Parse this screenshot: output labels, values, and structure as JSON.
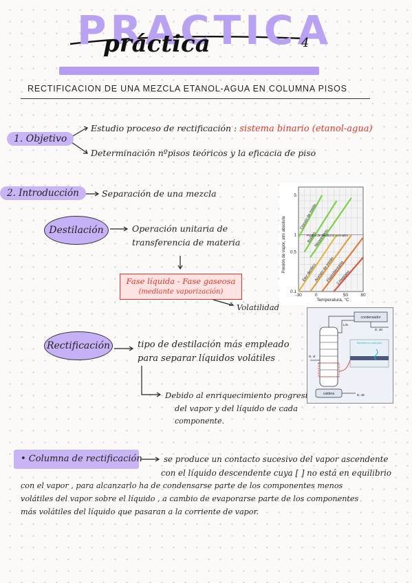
{
  "header": {
    "big_title": "PRACTICA",
    "script_title": "práctica",
    "number": "4",
    "subtitle": "RECTIFICACION DE UNA MEZCLA ETANOL-AGUA EN COLUMNA PISOS"
  },
  "objetivo": {
    "label": "1. Objetivo",
    "line1_prefix": "Estudio proceso de rectificación :",
    "line1_highlight": "sistema binario (etanol-agua)",
    "line2": "Determinación nºpisos teóricos y la eficacia de piso"
  },
  "introduccion": {
    "label": "2. Introducción",
    "line": "Separación de una mezcla"
  },
  "destilacion": {
    "label": "Destilación",
    "desc_line1": "Operación unitaria de",
    "desc_line2": "transferencia de materia",
    "box_line1": "Fase líquida - Fase gaseosa",
    "box_line2": "(mediante vaporización)",
    "volatilidad": "Volatilidad"
  },
  "rectificacion": {
    "label": "Rectificación",
    "desc_line1": "tipo de destilación más empleado",
    "desc_line2": "para separar líquidos volátiles",
    "note_line1": "Debido al enriquecimiento progresivo",
    "note_line2": "del vapor y del líquido de cada",
    "note_line3": "componente."
  },
  "columna": {
    "label": "• Columna de rectificación",
    "line1": "se produce un contacto sucesivo del vapor ascendente",
    "line2": "con el líquido descendente cuya [ ] no está en equilibrio",
    "line3": "con el vapor , para alcanzarlo ha de condensarse parte de los componentes menos",
    "line4": "volátiles del vapor sobre el líquido , a cambio de evaporarse parte de los componentes",
    "line5": "más volátiles del líquido que pasaran a la corriente de vapor."
  },
  "chart_data": {
    "type": "line",
    "title": "",
    "xlabel": "Temperatura, °C",
    "ylabel": "Presión de vapor, atm absoluta",
    "xlim": [
      -30,
      80
    ],
    "ylim": [
      0.1,
      7
    ],
    "y_scale": "log",
    "x_ticks": [
      "-30",
      "0",
      "50",
      "80"
    ],
    "y_ticks": [
      "0.1",
      "0.5",
      "1",
      "5"
    ],
    "annotation": "Puntos de ebullición normales",
    "series": [
      {
        "name": "Cloruro de metilo",
        "x": [
          -30,
          10
        ],
        "y": [
          0.9,
          5.0
        ]
      },
      {
        "name": "Butano",
        "x": [
          -20,
          35
        ],
        "y": [
          0.5,
          4.0
        ]
      },
      {
        "name": "Neopentano",
        "x": [
          -10,
          60
        ],
        "y": [
          0.4,
          4.5
        ]
      },
      {
        "name": "Éter dietílico",
        "x": [
          -30,
          35
        ],
        "y": [
          0.1,
          1.0
        ]
      },
      {
        "name": "Acetato de metilo",
        "x": [
          -10,
          60
        ],
        "y": [
          0.1,
          1.0
        ]
      },
      {
        "name": "Fluorobenceno",
        "x": [
          10,
          80
        ],
        "y": [
          0.1,
          0.9
        ]
      },
      {
        "name": "2-Heptano",
        "x": [
          30,
          80
        ],
        "y": [
          0.1,
          0.4
        ]
      }
    ],
    "colors": [
      "#7bd14a",
      "#7bd14a",
      "#7bd14a",
      "#e0b84a",
      "#e0a040",
      "#e07a3a",
      "#d8553a"
    ]
  },
  "column_diagram": {
    "condensador": "condensador",
    "caldera": "caldera",
    "labels": [
      "L/D",
      "D, xD",
      "R, xf",
      "B, xB",
      "Equilibrio en cada piso"
    ]
  },
  "colors": {
    "accent_purple": "#b79cf3",
    "highlight_red": "#e0352b"
  }
}
